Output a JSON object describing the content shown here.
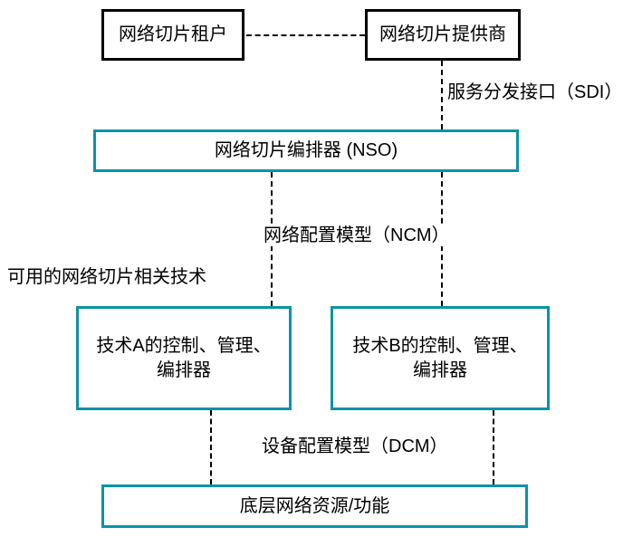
{
  "diagram": {
    "boxes": {
      "tenant": {
        "label": "网络切片租户"
      },
      "provider": {
        "label": "网络切片提供商"
      },
      "nso": {
        "label": "网络切片编排器 (NSO)"
      },
      "tech_a": {
        "line1": "技术A的控制、管理、",
        "line2": "编排器"
      },
      "tech_b": {
        "line1": "技术B的控制、管理、",
        "line2": "编排器"
      },
      "resources": {
        "label": "底层网络资源/功能"
      }
    },
    "labels": {
      "sdi": "服务分发接口（SDI）",
      "ncm": "网络配置模型（NCM）",
      "dcm": "设备配置模型（DCM）",
      "available_tech": "可用的网络切片相关技术"
    },
    "colors": {
      "teal_border": "#0A93A8",
      "black_border": "#000000",
      "background": "#FFFFFF",
      "text": "#000000"
    }
  }
}
